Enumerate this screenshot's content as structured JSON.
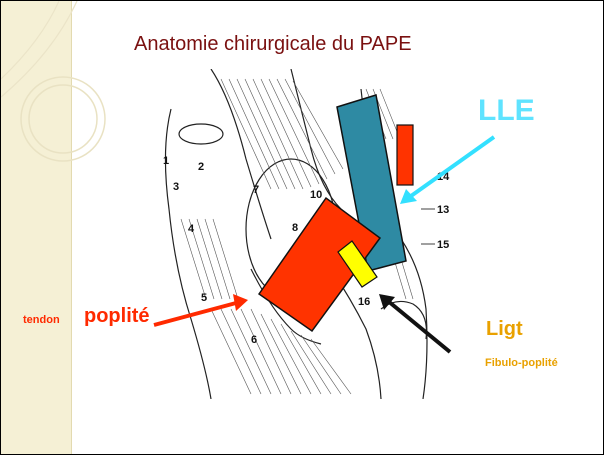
{
  "slide": {
    "title": "Anatomie chirurgicale du PAPE"
  },
  "figure": {
    "numbers": [
      "1",
      "2",
      "3",
      "4",
      "5",
      "6",
      "7",
      "8",
      "10",
      "13",
      "14",
      "15",
      "16"
    ]
  },
  "labels": {
    "lle": "LLE",
    "tendon_small": "tendon",
    "tendon_big": "poplité",
    "ligt": "Ligt",
    "fibulo": "Fibulo-poplité"
  },
  "colors": {
    "title": "#7a1010",
    "lle_label": "#5fe3ff",
    "tendon_label": "#ff2a00",
    "ligament_label": "#e9a100",
    "lle_rect": "#2e8aa3",
    "tendon_rect": "#ff3300",
    "small_red_rect": "#ff3300",
    "ligament_rect": "#ffff00",
    "left_band": "#f5f0d5"
  }
}
